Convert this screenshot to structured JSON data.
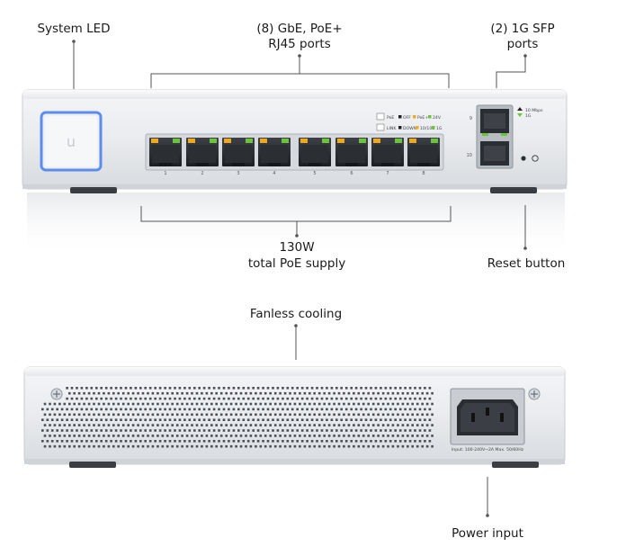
{
  "labels": {
    "system_led": "System LED",
    "rj45_line1": "(8) GbE, PoE+",
    "rj45_line2": "RJ45 ports",
    "sfp_line1": "(2) 1G SFP",
    "sfp_line2": "ports",
    "poe_line1": "130W",
    "poe_line2": "total PoE supply",
    "reset": "Reset button",
    "fanless": "Fanless cooling",
    "power": "Power input"
  },
  "front": {
    "port_numbers": [
      "1",
      "2",
      "3",
      "4",
      "5",
      "6",
      "7",
      "8"
    ],
    "sfp_numbers": [
      "9",
      "10"
    ],
    "legend": {
      "row1": [
        "PoE",
        "OFF",
        "PoE+",
        "24V"
      ],
      "row2": [
        "LINK",
        "DOWN",
        "10/100",
        "1G"
      ],
      "sfp_row1": "10 Mbps",
      "sfp_row2": "1G"
    },
    "led_colors": {
      "amber": "#f0a81c",
      "green": "#6cc43a",
      "system_ring": "#5b8def"
    }
  },
  "back": {
    "power_rating": "Input: 100-240V~2A Max. 50/60Hz"
  }
}
